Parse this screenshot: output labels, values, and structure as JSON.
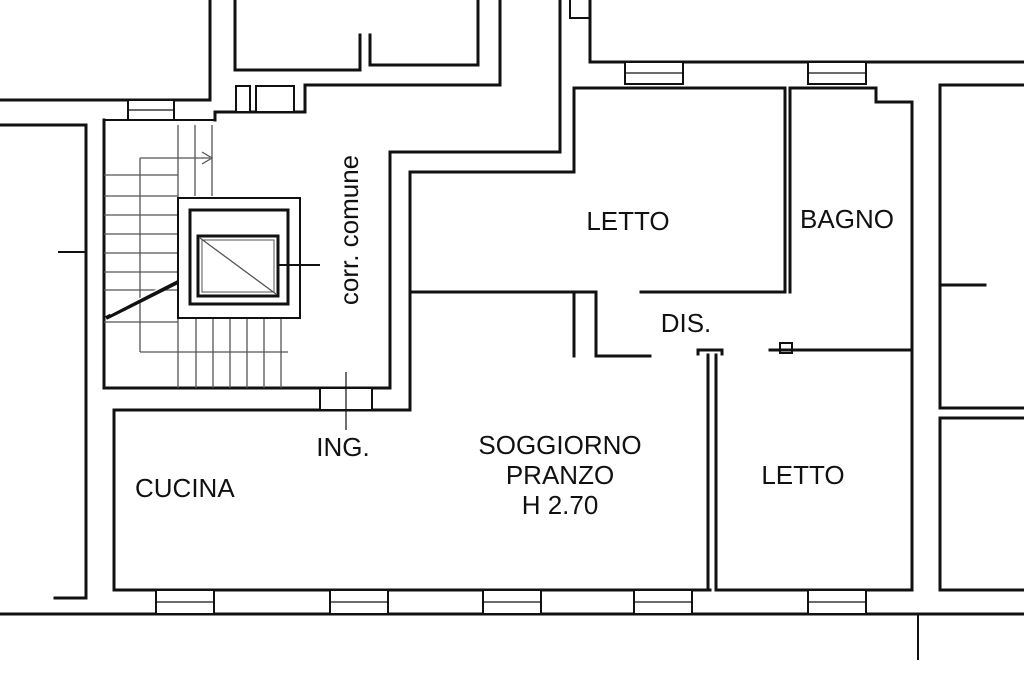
{
  "floorplan": {
    "rooms": {
      "letto_top": "LETTO",
      "bagno": "BAGNO",
      "dis": "DIS.",
      "corridor": "corr. comune",
      "ing": "ING.",
      "soggiorno_line1": "SOGGIORNO",
      "soggiorno_line2": "PRANZO",
      "soggiorno_line3": "H 2.70",
      "cucina": "CUCINA",
      "letto_bottom": "LETTO"
    },
    "colors": {
      "walls": "#111111",
      "stair_lines": "#555555",
      "background": "#ffffff"
    }
  }
}
